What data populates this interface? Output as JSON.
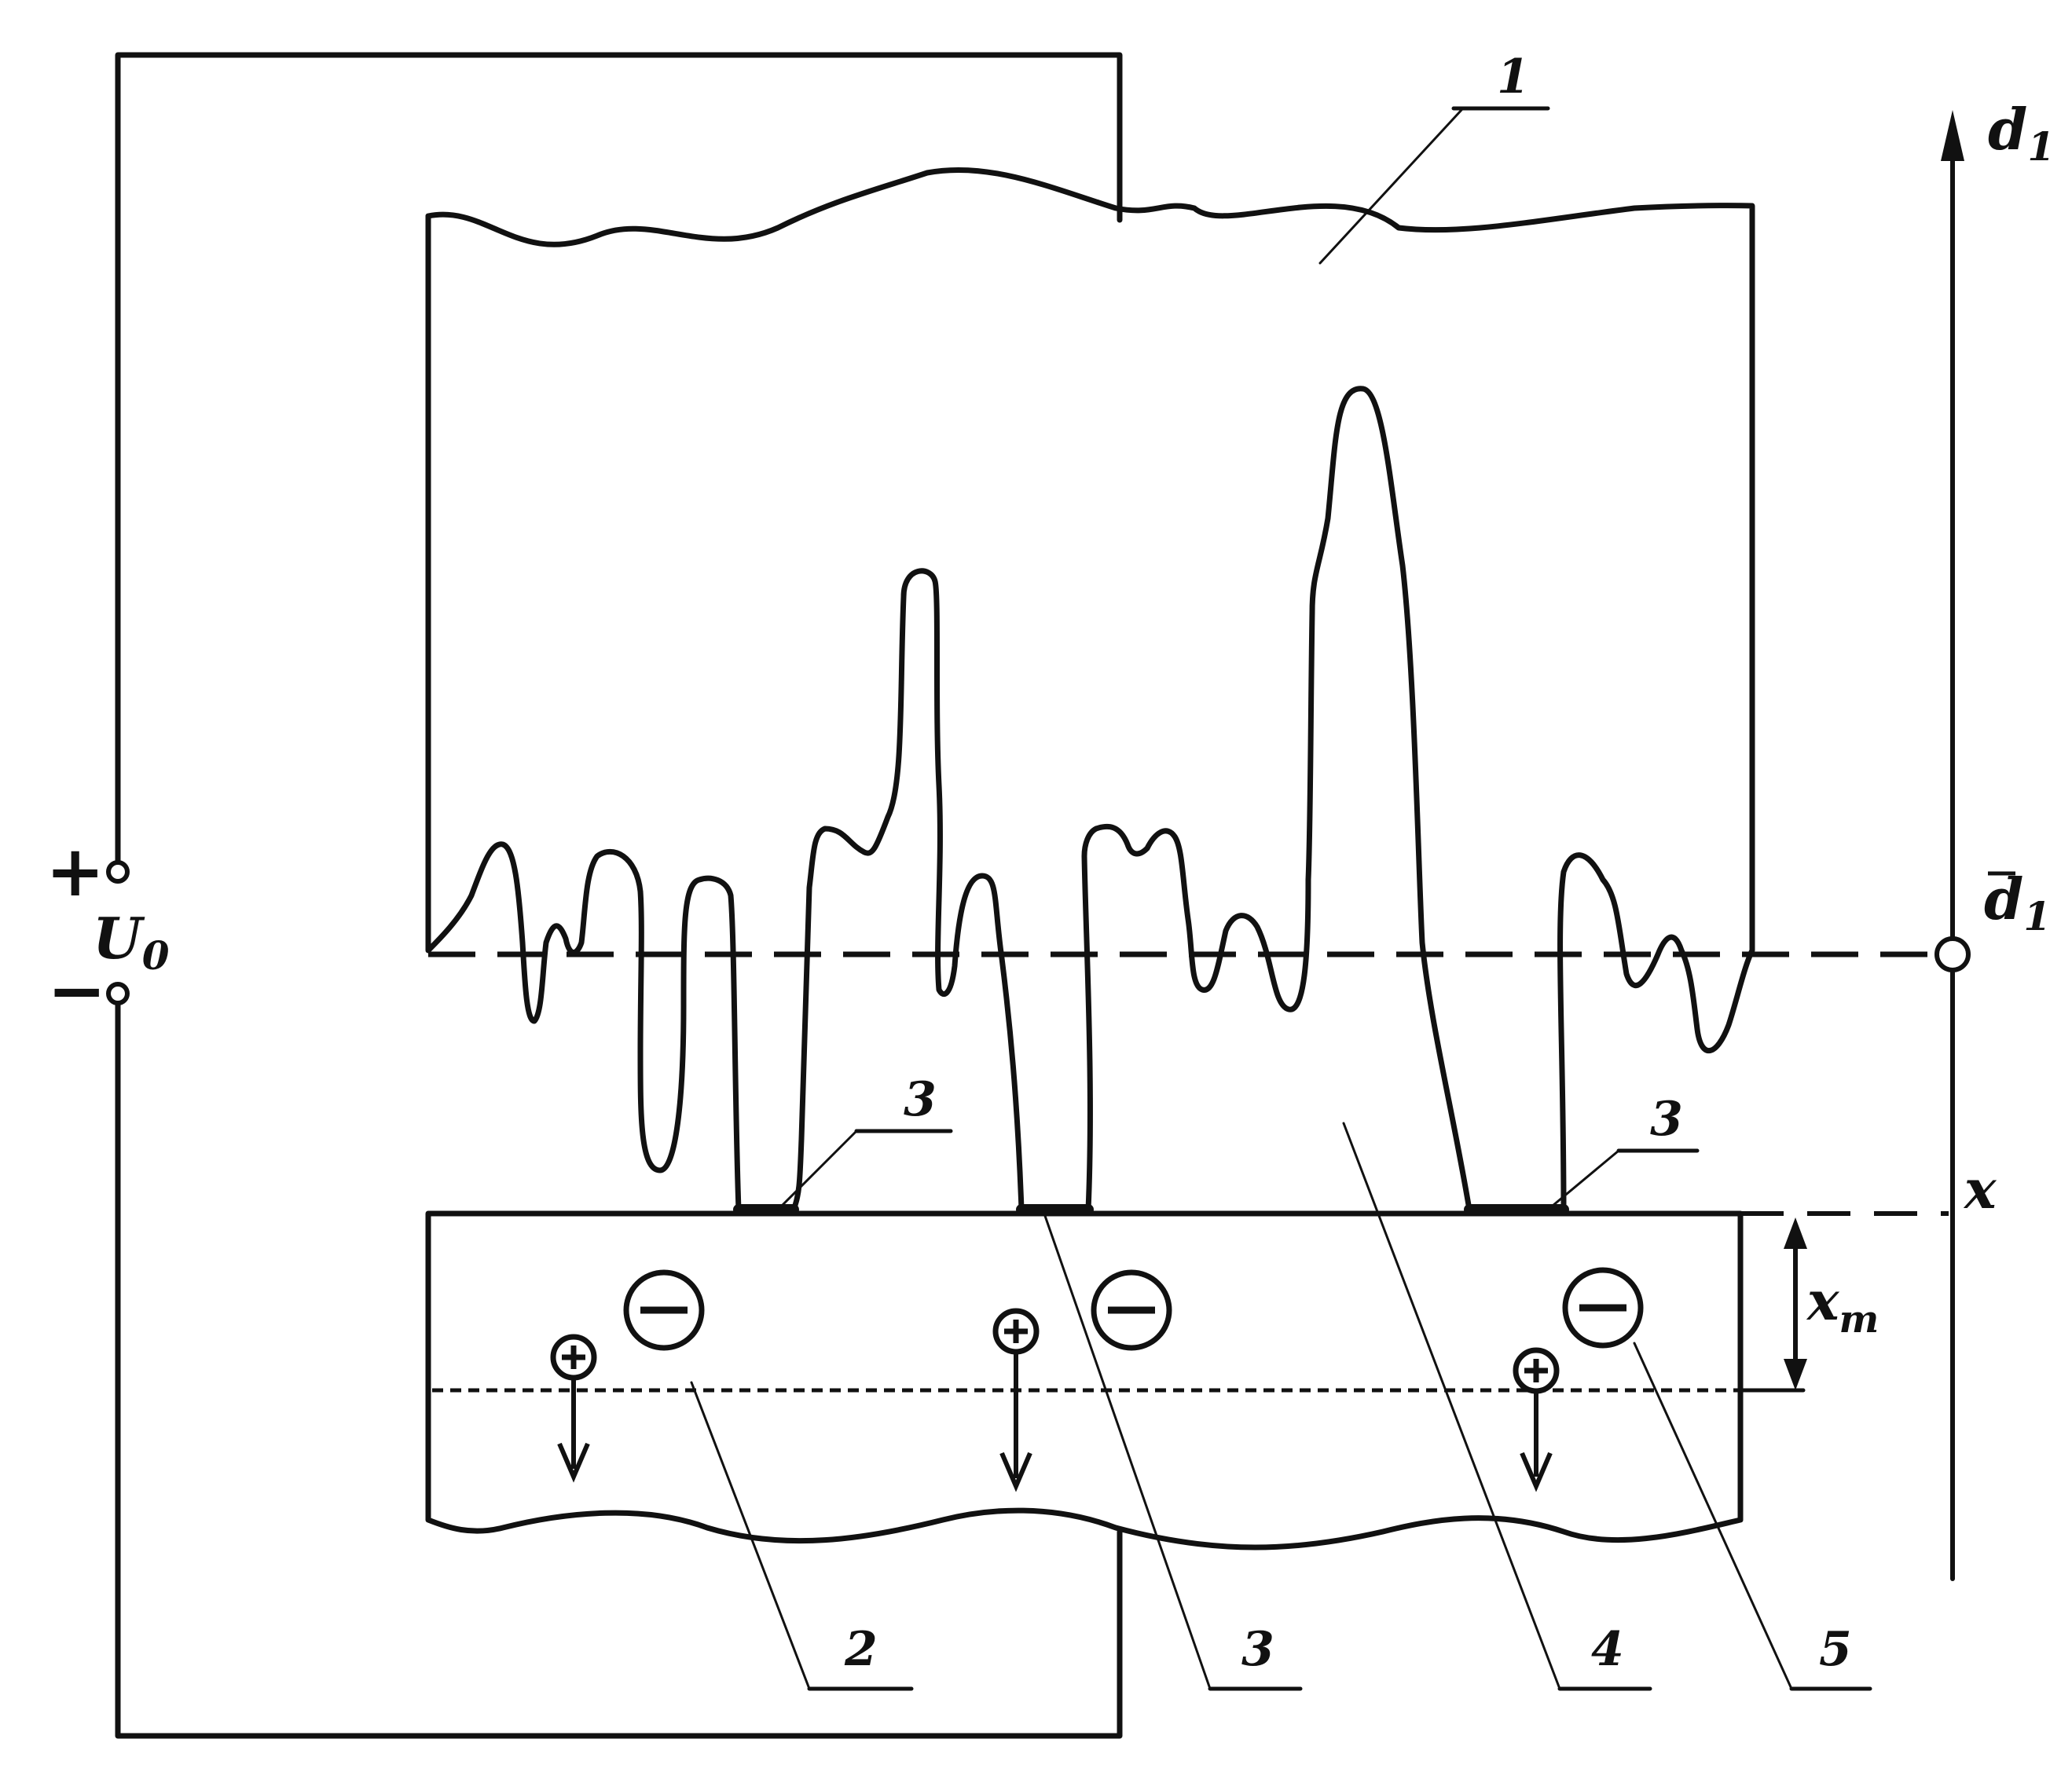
{
  "labels": {
    "item_1": "1",
    "item_2": "2",
    "item_3_callout_a": "3",
    "item_3_callout_b": "3",
    "item_3_bottom": "3",
    "item_4": "4",
    "item_5": "5",
    "axis_top": "d",
    "axis_top_sub": "1",
    "axis_mark": "d",
    "axis_mark_sub": "1",
    "axis_x": "x",
    "depth": "x",
    "depth_sub": "m",
    "voltage": "U",
    "voltage_sub": "0",
    "plus_sign": "+",
    "minus_sign": "−"
  },
  "charges": {
    "negative_symbol": "−",
    "positive_symbol": "+"
  },
  "colors": {
    "ink": "#111111",
    "background": "#ffffff"
  }
}
